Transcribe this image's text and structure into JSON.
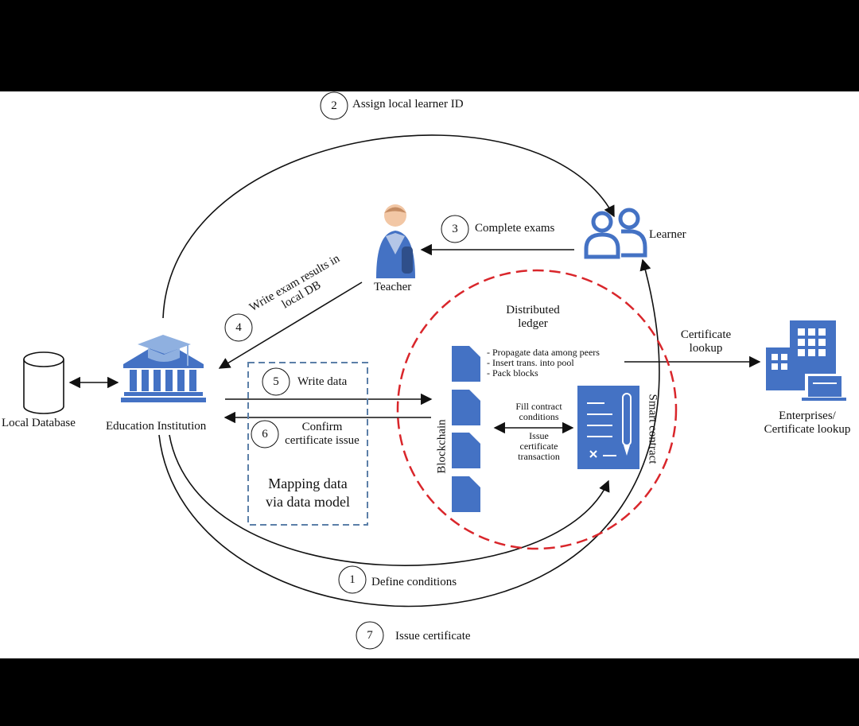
{
  "colors": {
    "icon_blue": "#4472c4",
    "ledger_red": "#d9262b",
    "dashed_box": "#5b7fa8",
    "line": "#111111",
    "page_bg": "#ffffff",
    "frame_bg": "#000000"
  },
  "steps": {
    "s1": {
      "num": "1",
      "label": "Define conditions"
    },
    "s2": {
      "num": "2",
      "label": "Assign local learner ID"
    },
    "s3": {
      "num": "3",
      "label": "Complete exams"
    },
    "s4": {
      "num": "4",
      "label_line1": "Write exam results in",
      "label_line2": "local DB"
    },
    "s5": {
      "num": "5",
      "label": "Write data"
    },
    "s6": {
      "num": "6",
      "label_line1": "Confirm",
      "label_line2": "certificate issue"
    },
    "s7": {
      "num": "7",
      "label": "Issue certificate"
    }
  },
  "nodes": {
    "local_db": {
      "label": "Local Database",
      "icon": "database-icon"
    },
    "institution": {
      "label": "Education Institution",
      "icon": "institution-icon"
    },
    "teacher": {
      "label": "Teacher",
      "icon": "teacher-icon"
    },
    "learner": {
      "label": "Learner",
      "icon": "learner-icon"
    },
    "enterprise": {
      "label_line1": "Enterprises/",
      "label_line2": "Certificate lookup",
      "icon": "building-icon"
    }
  },
  "mapping": {
    "line1": "Mapping data",
    "line2": "via data model"
  },
  "ledger": {
    "title_line1": "Distributed",
    "title_line2": "ledger",
    "blockchain_label": "Blockchain",
    "bullets": [
      "- Propagate data among peers",
      "- Insert trans. into pool",
      "- Pack blocks"
    ],
    "smart_contract_label": "Smart contract",
    "fill_line1": "Fill contract",
    "fill_line2": "conditions",
    "issue_line1": "Issue",
    "issue_line2": "certificate",
    "issue_line3": "transaction"
  },
  "lookup": {
    "line1": "Certificate",
    "line2": "lookup"
  }
}
